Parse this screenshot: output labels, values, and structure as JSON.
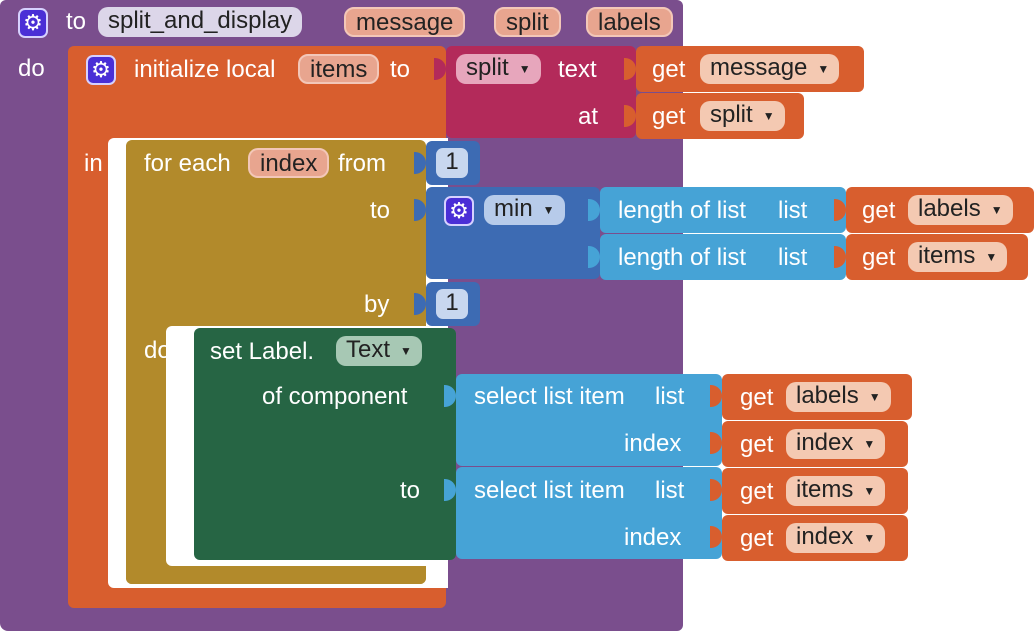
{
  "proc": {
    "keyword_to": "to",
    "name": "split_and_display",
    "params": [
      "message",
      "split",
      "labels"
    ],
    "do_label": "do"
  },
  "local": {
    "label": "initialize local",
    "var": "items",
    "to": "to",
    "in_label": "in"
  },
  "split": {
    "op": "split",
    "text_label": "text",
    "at_label": "at"
  },
  "get": "get",
  "gets": {
    "message": "message",
    "split": "split",
    "labels": "labels",
    "items": "items",
    "index": "index"
  },
  "loop": {
    "label": "for each",
    "var": "index",
    "from": "from",
    "to": "to",
    "by": "by",
    "do": "do",
    "start": "1",
    "step": "1"
  },
  "min": {
    "op": "min"
  },
  "length": {
    "label": "length of list",
    "list": "list"
  },
  "setter": {
    "label": "set Label.",
    "prop": "Text",
    "of_component": "of component",
    "to": "to"
  },
  "select": {
    "label": "select list item",
    "list": "list",
    "index": "index"
  },
  "colors": {
    "procedure": "#7a4e8d",
    "variables": "#d85e2e",
    "text": "#b32a5a",
    "control": "#b28a2b",
    "math": "#3d6bb3",
    "lists": "#46a3d6",
    "component": "#266544"
  }
}
